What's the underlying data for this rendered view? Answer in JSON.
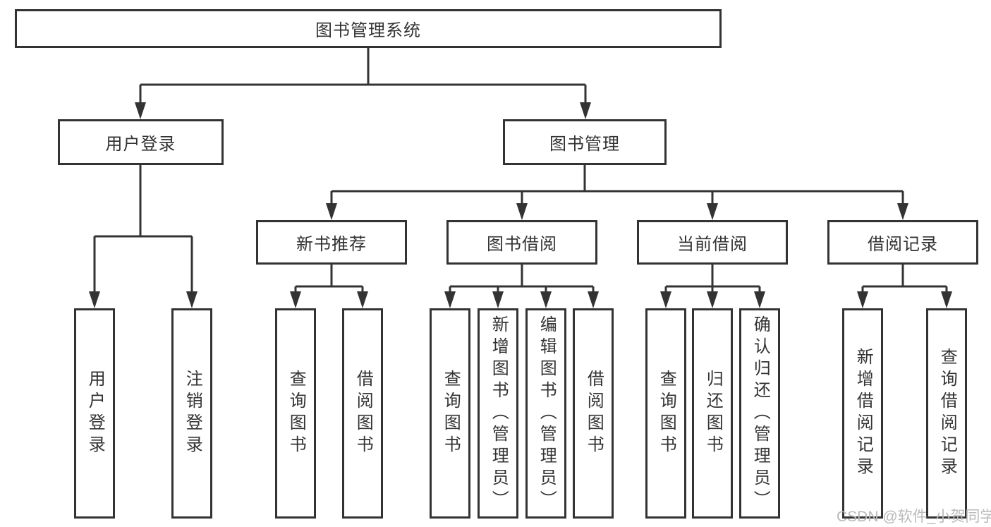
{
  "nodes": {
    "root": "图书管理系统",
    "l2": [
      "用户登录",
      "图书管理"
    ],
    "l3": [
      "新书推荐",
      "图书借阅",
      "当前借阅",
      "借阅记录"
    ],
    "leaves_user": [
      "用户登录",
      "注销登录"
    ],
    "leaves_newbook": [
      "查询图书",
      "借阅图书"
    ],
    "leaves_borrow": [
      "查询图书",
      "新增图书（管理员）",
      "编辑图书（管理员）",
      "借阅图书"
    ],
    "leaves_current": [
      "查询图书",
      "归还图书",
      "确认归还（管理员）"
    ],
    "leaves_records": [
      "新增借阅记录",
      "查询借阅记录"
    ]
  },
  "colors": {
    "line": "#333333",
    "text": "#333333",
    "box_background": "#ffffff",
    "watermark": "#b9b9b9"
  },
  "watermark": "CSDN @软件_小贺同学"
}
